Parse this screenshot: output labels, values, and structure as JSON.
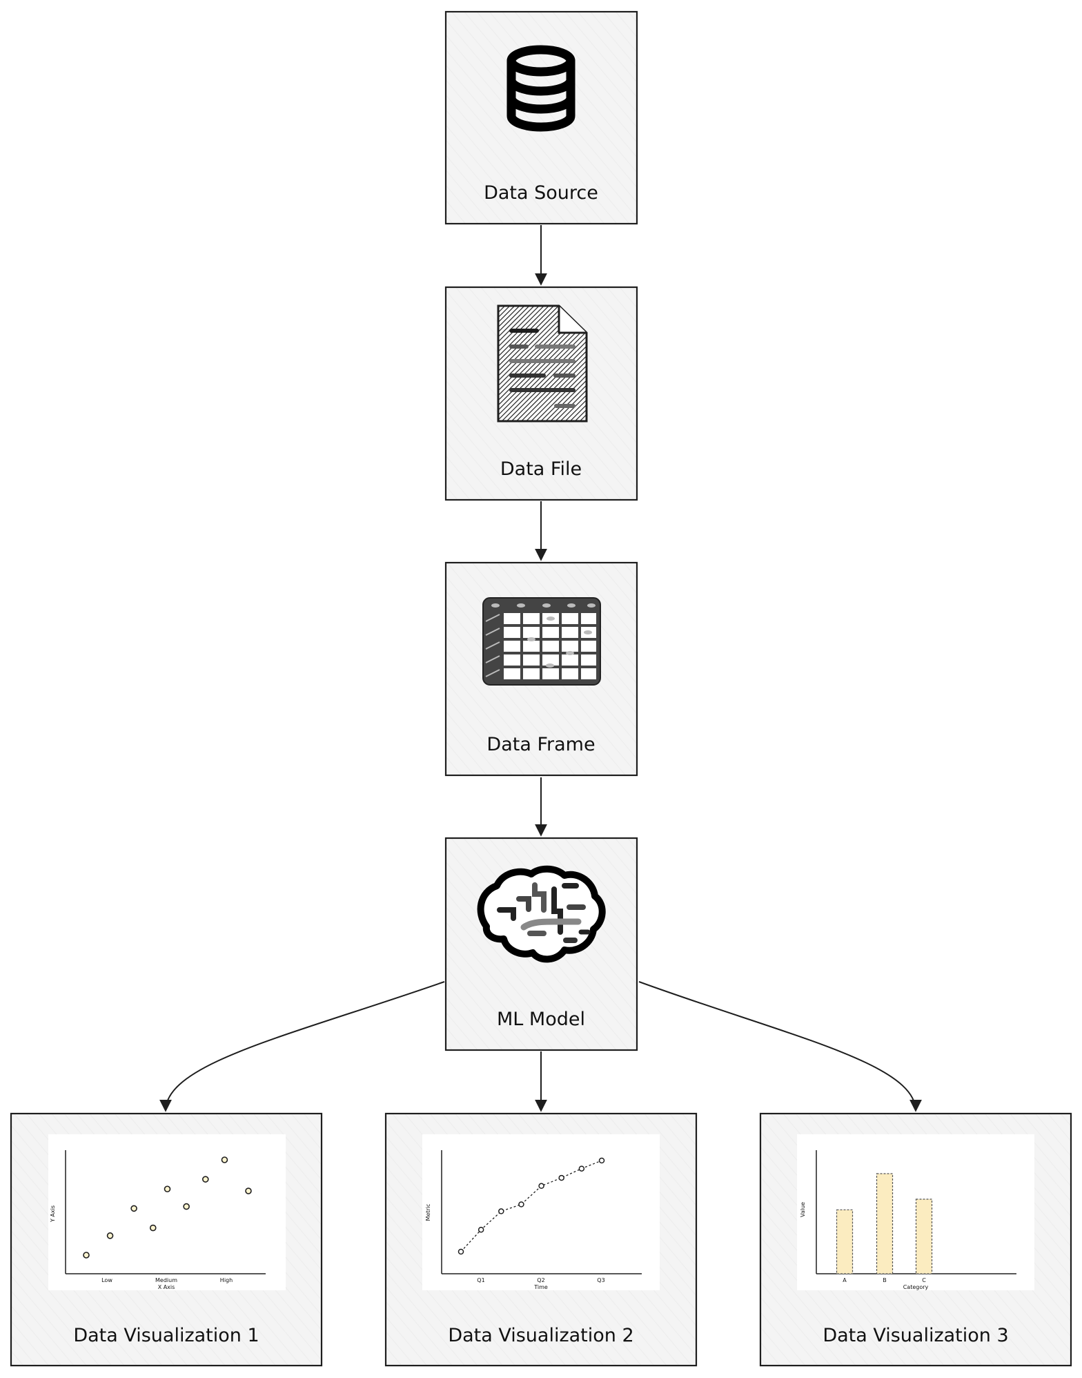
{
  "nodes": [
    {
      "id": "source",
      "label": "Data Source"
    },
    {
      "id": "file",
      "label": "Data File"
    },
    {
      "id": "frame",
      "label": "Data Frame"
    },
    {
      "id": "model",
      "label": "ML Model"
    },
    {
      "id": "viz1",
      "label": "Data Visualization 1"
    },
    {
      "id": "viz2",
      "label": "Data Visualization 2"
    },
    {
      "id": "viz3",
      "label": "Data Visualization 3"
    }
  ],
  "edges": [
    {
      "from": "source",
      "to": "file"
    },
    {
      "from": "file",
      "to": "frame"
    },
    {
      "from": "frame",
      "to": "model"
    },
    {
      "from": "model",
      "to": "viz1"
    },
    {
      "from": "model",
      "to": "viz2"
    },
    {
      "from": "model",
      "to": "viz3"
    }
  ],
  "icons": {
    "source": "database-icon",
    "file": "document-icon",
    "frame": "spreadsheet-grid-icon",
    "model": "brain-icon"
  },
  "colors": {
    "node_fill": "#f4f4f4",
    "stroke": "#1e1e1e",
    "bar_fill": "#fbecc0",
    "point_fill": "#fff5d0"
  },
  "chart_data": [
    {
      "type": "scatter",
      "xlabel": "X Axis",
      "ylabel": "Y Axis",
      "x_ticks": [
        "Low",
        "Medium",
        "High"
      ],
      "points": [
        {
          "x": 0.0,
          "y": 1.0
        },
        {
          "x": 0.5,
          "y": 2.0
        },
        {
          "x": 1.0,
          "y": 3.4
        },
        {
          "x": 1.4,
          "y": 2.4
        },
        {
          "x": 1.7,
          "y": 4.4
        },
        {
          "x": 2.1,
          "y": 3.5
        },
        {
          "x": 2.5,
          "y": 4.9
        },
        {
          "x": 2.9,
          "y": 5.9
        },
        {
          "x": 3.4,
          "y": 4.3
        }
      ]
    },
    {
      "type": "line",
      "xlabel": "Time",
      "ylabel": "Metric",
      "x_ticks": [
        "Q1",
        "Q2",
        "Q3"
      ],
      "x": [
        0.0,
        0.5,
        1.0,
        1.5,
        2.0,
        2.5,
        3.0,
        3.5
      ],
      "values": [
        1.0,
        2.9,
        4.5,
        5.1,
        6.7,
        7.4,
        8.2,
        8.9
      ]
    },
    {
      "type": "bar",
      "categories": [
        "A",
        "B",
        "C"
      ],
      "values": [
        3.0,
        4.7,
        3.5
      ],
      "xlabel": "Category",
      "ylabel": "Value"
    }
  ]
}
